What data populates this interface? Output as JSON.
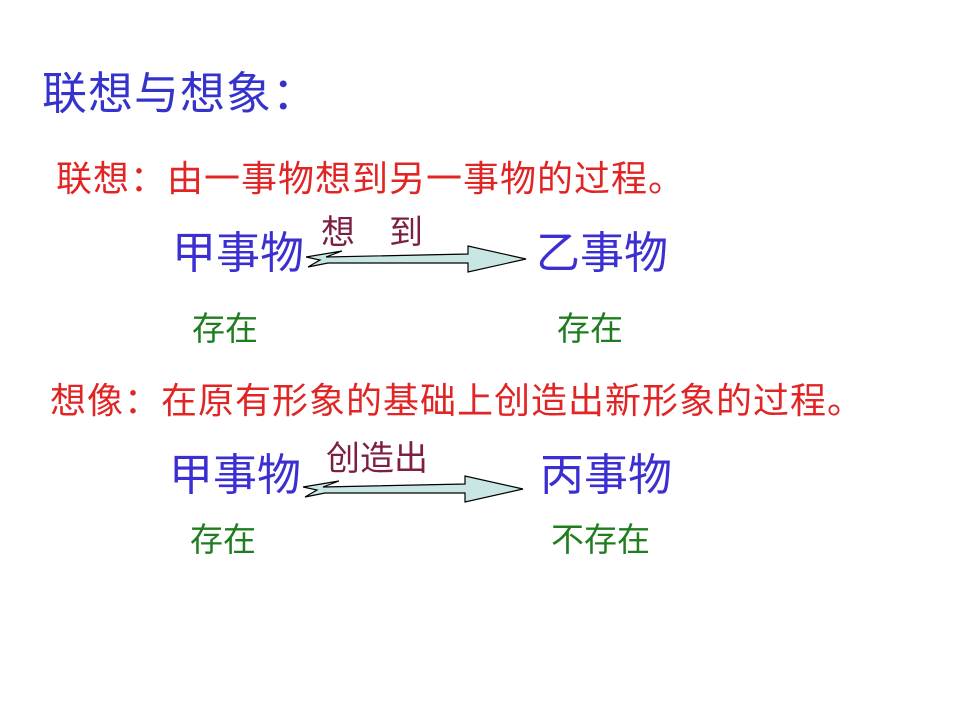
{
  "slide": {
    "title": "联想与想象：",
    "association": {
      "definition": "联想：由一事物想到另一事物的过程。",
      "diagram": {
        "source": "甲事物",
        "arrow_label": "想　到",
        "target": "乙事物",
        "source_status": "存在",
        "target_status": "存在"
      }
    },
    "imagination": {
      "definition": "想像：在原有形象的基础上创造出新形象的过程。",
      "diagram": {
        "source": "甲事物",
        "arrow_label": "创造出",
        "target": "丙事物",
        "source_status": "存在",
        "target_status": "不存在"
      }
    },
    "colors": {
      "title_blue": "#3533cb",
      "entity_blue": "#3c2fd2",
      "definition_red": "#e12424",
      "arrow_label_maroon": "#7d1f44",
      "status_green": "#1f7d1f",
      "arrow_fill": "#c8e6e4",
      "arrow_outline": "#000000",
      "background": "#ffffff"
    }
  }
}
